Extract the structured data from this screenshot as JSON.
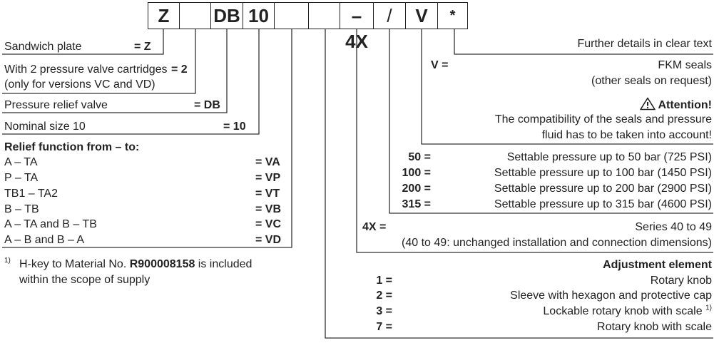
{
  "code_boxes": [
    "Z",
    "",
    "DB",
    "10",
    "",
    "",
    "–4X",
    "/",
    "V",
    "*"
  ],
  "left": {
    "sandwich": {
      "label": "Sandwich plate",
      "code": "= Z"
    },
    "cartridges": {
      "label1": "With 2 pressure valve cartridges",
      "label2": "(only for versions VC and VD)",
      "code": "= 2"
    },
    "relief": {
      "label": "Pressure relief valve",
      "code": "= DB"
    },
    "size": {
      "label": "Nominal size 10",
      "code": "= 10"
    },
    "function_title": "Relief function from – to:",
    "functions": [
      {
        "label": "A – TA",
        "code": "= VA"
      },
      {
        "label": "P – TA",
        "code": "= VP"
      },
      {
        "label": "TB1 – TA2",
        "code": "= VT"
      },
      {
        "label": "B – TB",
        "code": "= VB"
      },
      {
        "label": "A – TA and B – TB",
        "code": "= VC"
      },
      {
        "label": "A – B and B – A",
        "code": "= VD"
      }
    ],
    "footnote_mark": "1)",
    "footnote_pre": "H-key to Material No. ",
    "footnote_bold": "R900008158",
    "footnote_post": " is included",
    "footnote_line2": "within the scope of supply"
  },
  "right": {
    "further": "Further details in clear text",
    "v_code": "V =",
    "fkm": "FKM seals",
    "other_seals": "(other seals on request)",
    "attention": "Attention!",
    "compat1": "The compatibility of the seals and pressure",
    "compat2": "fluid has to be taken into account!",
    "pressures": [
      {
        "code": "50 =",
        "text": "Settable pressure up to 50 bar (725 PSI)"
      },
      {
        "code": "100 =",
        "text": "Settable pressure up to 100 bar (1450 PSI)"
      },
      {
        "code": "200 =",
        "text": "Settable pressure up to 200 bar (2900 PSI)"
      },
      {
        "code": "315 =",
        "text": "Settable pressure up to 315 bar (4600 PSI)"
      }
    ],
    "series_code": "4X =",
    "series": "Series 40 to 49",
    "series_note": "(40 to 49: unchanged installation and connection dimensions)",
    "adjust_title": "Adjustment element",
    "adjust": [
      {
        "code": "1 =",
        "text": "Rotary knob",
        "sup": ""
      },
      {
        "code": "2 =",
        "text": "Sleeve with hexagon and protective cap",
        "sup": ""
      },
      {
        "code": "3 =",
        "text": "Lockable rotary knob with scale",
        "sup": "1)"
      },
      {
        "code": "7 =",
        "text": "Rotary knob with scale",
        "sup": ""
      }
    ]
  }
}
